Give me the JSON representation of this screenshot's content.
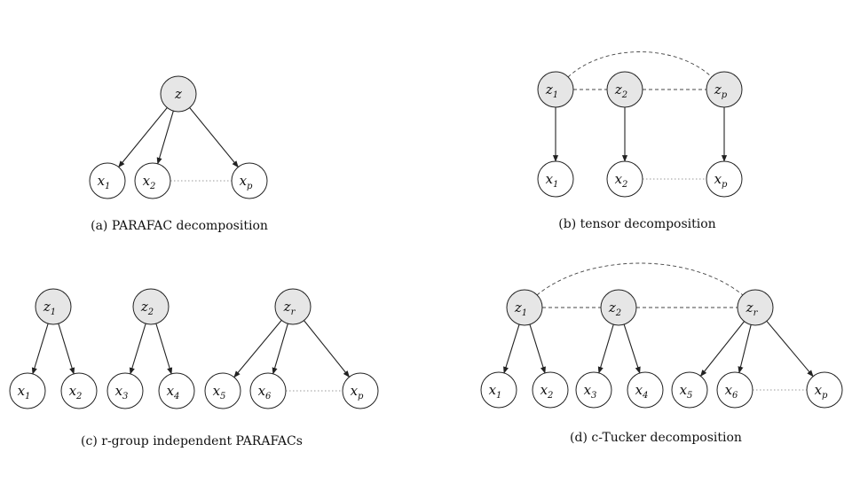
{
  "panels": {
    "a": {
      "caption": "(a) PARAFAC decomposition",
      "latent": [
        {
          "base": "z",
          "sub": ""
        }
      ],
      "observed": [
        {
          "base": "x",
          "sub": "1"
        },
        {
          "base": "x",
          "sub": "2"
        },
        {
          "base": "x",
          "sub": "p"
        }
      ]
    },
    "b": {
      "caption": "(b) tensor decomposition",
      "latent": [
        {
          "base": "z",
          "sub": "1"
        },
        {
          "base": "z",
          "sub": "2"
        },
        {
          "base": "z",
          "sub": "p"
        }
      ],
      "observed": [
        {
          "base": "x",
          "sub": "1"
        },
        {
          "base": "x",
          "sub": "2"
        },
        {
          "base": "x",
          "sub": "p"
        }
      ]
    },
    "c": {
      "caption": "(c) r-group independent PARAFACs",
      "latent": [
        {
          "base": "z",
          "sub": "1"
        },
        {
          "base": "z",
          "sub": "2"
        },
        {
          "base": "z",
          "sub": "r"
        }
      ],
      "observed": [
        {
          "base": "x",
          "sub": "1"
        },
        {
          "base": "x",
          "sub": "2"
        },
        {
          "base": "x",
          "sub": "3"
        },
        {
          "base": "x",
          "sub": "4"
        },
        {
          "base": "x",
          "sub": "5"
        },
        {
          "base": "x",
          "sub": "6"
        },
        {
          "base": "x",
          "sub": "p"
        }
      ]
    },
    "d": {
      "caption": "(d) c-Tucker decomposition",
      "latent": [
        {
          "base": "z",
          "sub": "1"
        },
        {
          "base": "z",
          "sub": "2"
        },
        {
          "base": "z",
          "sub": "r"
        }
      ],
      "observed": [
        {
          "base": "x",
          "sub": "1"
        },
        {
          "base": "x",
          "sub": "2"
        },
        {
          "base": "x",
          "sub": "3"
        },
        {
          "base": "x",
          "sub": "4"
        },
        {
          "base": "x",
          "sub": "5"
        },
        {
          "base": "x",
          "sub": "6"
        },
        {
          "base": "x",
          "sub": "p"
        }
      ]
    }
  },
  "colors": {
    "latent_fill": "#e6e6e6",
    "observed_fill": "#ffffff",
    "stroke": "#222222"
  }
}
